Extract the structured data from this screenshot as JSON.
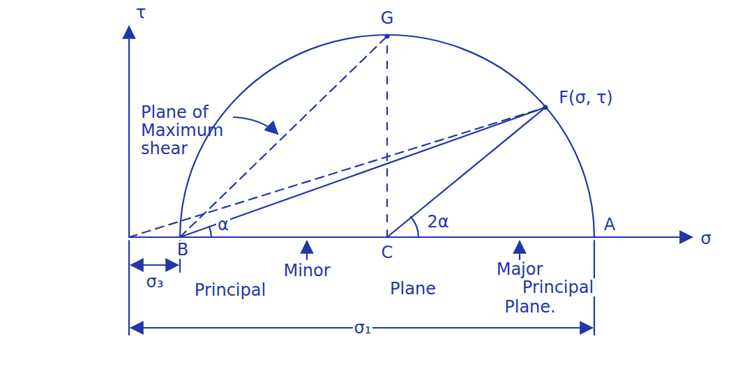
{
  "diagram": {
    "labels": [
      "τ",
      "Plane of Maximum shear",
      "G",
      "F(σ, τ)",
      "α",
      "2α",
      "B",
      "Minor",
      "C",
      "Major",
      "A",
      "σ",
      "σ₃",
      "Principal",
      "Plane",
      "Principal",
      "Plane.",
      "σ₁"
    ]
  }
}
